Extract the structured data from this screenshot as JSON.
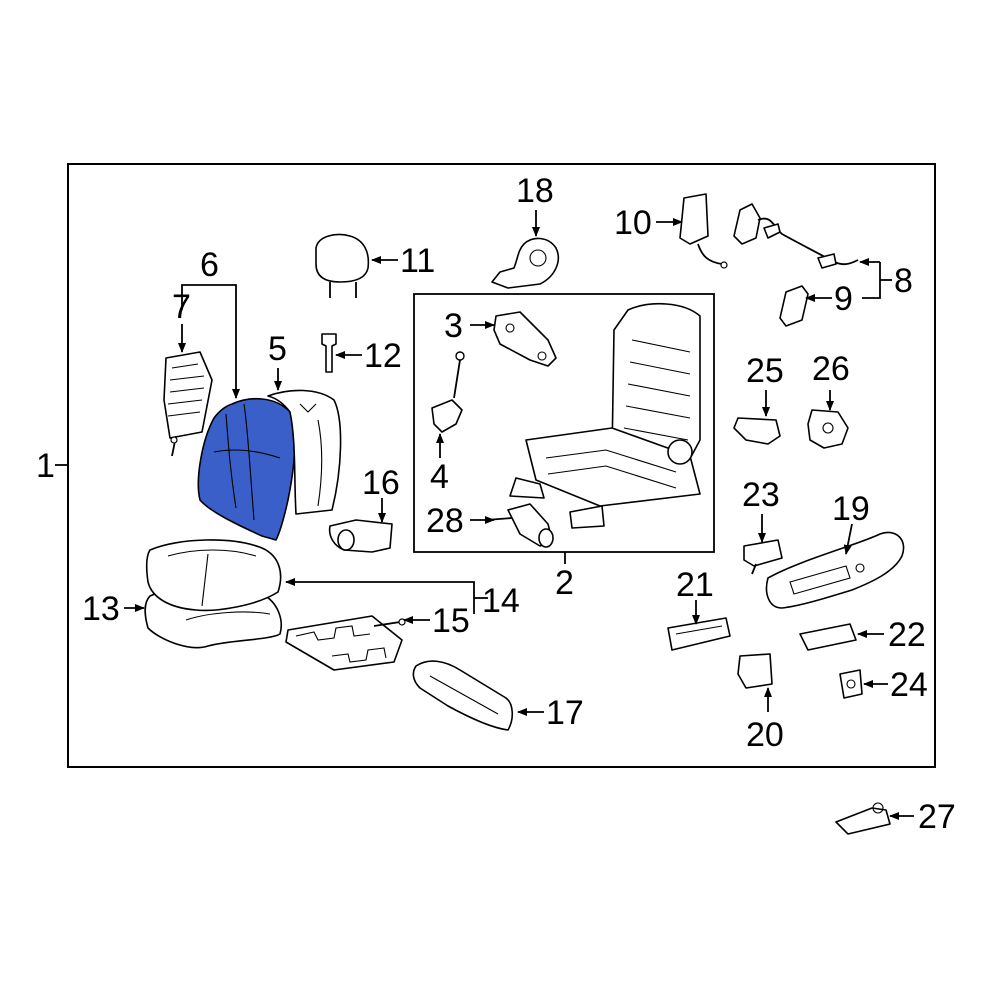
{
  "colors": {
    "highlight": "#3b5fc8",
    "line": "#000000",
    "background": "#ffffff"
  },
  "callouts": {
    "c1": "1",
    "c2": "2",
    "c3": "3",
    "c4": "4",
    "c5": "5",
    "c6": "6",
    "c7": "7",
    "c8": "8",
    "c9": "9",
    "c10": "10",
    "c11": "11",
    "c12": "12",
    "c13": "13",
    "c14": "14",
    "c15": "15",
    "c16": "16",
    "c17": "17",
    "c18": "18",
    "c19": "19",
    "c20": "20",
    "c21": "21",
    "c22": "22",
    "c23": "23",
    "c24": "24",
    "c25": "25",
    "c26": "26",
    "c27": "27",
    "c28": "28"
  },
  "highlighted_part": "6"
}
